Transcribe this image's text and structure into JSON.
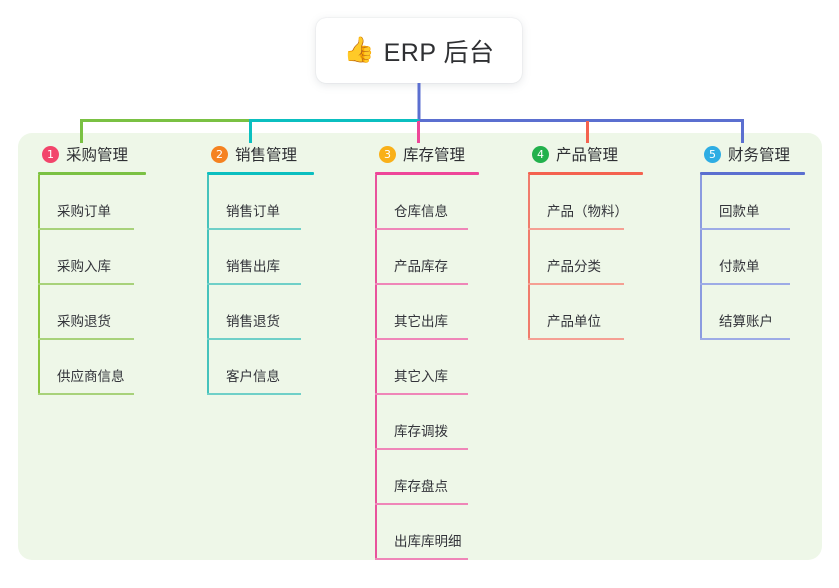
{
  "root": {
    "icon": "thumbs-up-icon",
    "icon_glyph": "👍",
    "label": "ERP 后台"
  },
  "palette": {
    "page_background": "#ffffff",
    "panel_background": "#eef7e8",
    "card_background": "#ffffff",
    "text": "#2e2f33",
    "root_connector": "#5b6fd0"
  },
  "columns": [
    {
      "index": "1",
      "title": "采购管理",
      "badge_color": "#f2456b",
      "rule_color": "#7ac143",
      "spine_color": "#8cc63f",
      "leaf_rule_color": "#a8d27a",
      "connector_color": "#7ac143",
      "items": [
        {
          "label": "采购订单"
        },
        {
          "label": "采购入库"
        },
        {
          "label": "采购退货"
        },
        {
          "label": "供应商信息"
        }
      ]
    },
    {
      "index": "2",
      "title": "销售管理",
      "badge_color": "#f58220",
      "rule_color": "#0bbfc0",
      "spine_color": "#45c3bc",
      "leaf_rule_color": "#6fd0c8",
      "connector_color": "#0bbfc0",
      "items": [
        {
          "label": "销售订单"
        },
        {
          "label": "销售出库"
        },
        {
          "label": "销售退货"
        },
        {
          "label": "客户信息"
        }
      ]
    },
    {
      "index": "3",
      "title": "库存管理",
      "badge_color": "#f9b018",
      "rule_color": "#ee4699",
      "spine_color": "#e8539c",
      "leaf_rule_color": "#ef86b8",
      "connector_color": "#ee4699",
      "items": [
        {
          "label": "仓库信息"
        },
        {
          "label": "产品库存"
        },
        {
          "label": "其它出库"
        },
        {
          "label": "其它入库"
        },
        {
          "label": "库存调拨"
        },
        {
          "label": "库存盘点"
        },
        {
          "label": "出库库明细"
        }
      ]
    },
    {
      "index": "4",
      "title": "产品管理",
      "badge_color": "#22b14c",
      "rule_color": "#f4624f",
      "spine_color": "#f07c6c",
      "leaf_rule_color": "#f59f93",
      "connector_color": "#f4624f",
      "items": [
        {
          "label": "产品（物料）"
        },
        {
          "label": "产品分类"
        },
        {
          "label": "产品单位"
        }
      ]
    },
    {
      "index": "5",
      "title": "财务管理",
      "badge_color": "#2eade3",
      "rule_color": "#5b6fd0",
      "spine_color": "#8b9be0",
      "leaf_rule_color": "#9dabe6",
      "connector_color": "#5b6fd0",
      "items": [
        {
          "label": "回款单"
        },
        {
          "label": "付款单"
        },
        {
          "label": "结算账户"
        }
      ]
    }
  ]
}
